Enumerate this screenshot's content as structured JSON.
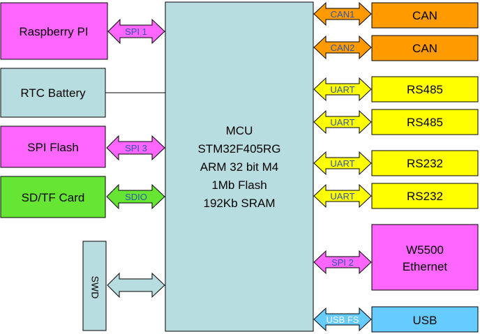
{
  "colors": {
    "mcu": "#b8dde0",
    "magenta": "#ff66ff",
    "gray_blue": "#b8dde0",
    "green": "#66e633",
    "orange": "#ff9a00",
    "yellow": "#ffff00",
    "blue": "#66ccff",
    "white_label": "#ffffff",
    "dark_label": "#3355aa"
  },
  "mcu": {
    "lines": [
      "MCU",
      "STM32F405RG",
      "ARM 32 bit M4",
      "1Mb Flash",
      "192Kb SRAM"
    ]
  },
  "left": {
    "raspberry": "Raspberry PI",
    "rtc": "RTC Battery",
    "spi_flash": "SPI Flash",
    "sd_card": "SD/TF Card",
    "swd": "SWD"
  },
  "left_links": {
    "spi1": "SPI 1",
    "spi3": "SPI 3",
    "sdio": "SDIO"
  },
  "right": {
    "can1": "CAN",
    "can2": "CAN",
    "rs485_1": "RS485",
    "rs485_2": "RS485",
    "rs232_1": "RS232",
    "rs232_2": "RS232",
    "ethernet_line1": "W5500",
    "ethernet_line2": "Ethernet",
    "usb": "USB"
  },
  "right_links": {
    "can1": "CAN1",
    "can2": "CAN2",
    "uart1": "UART",
    "uart2": "UART",
    "uart3": "UART",
    "uart4": "UART",
    "spi2": "SPI 2",
    "usbfs": "USB FS"
  }
}
